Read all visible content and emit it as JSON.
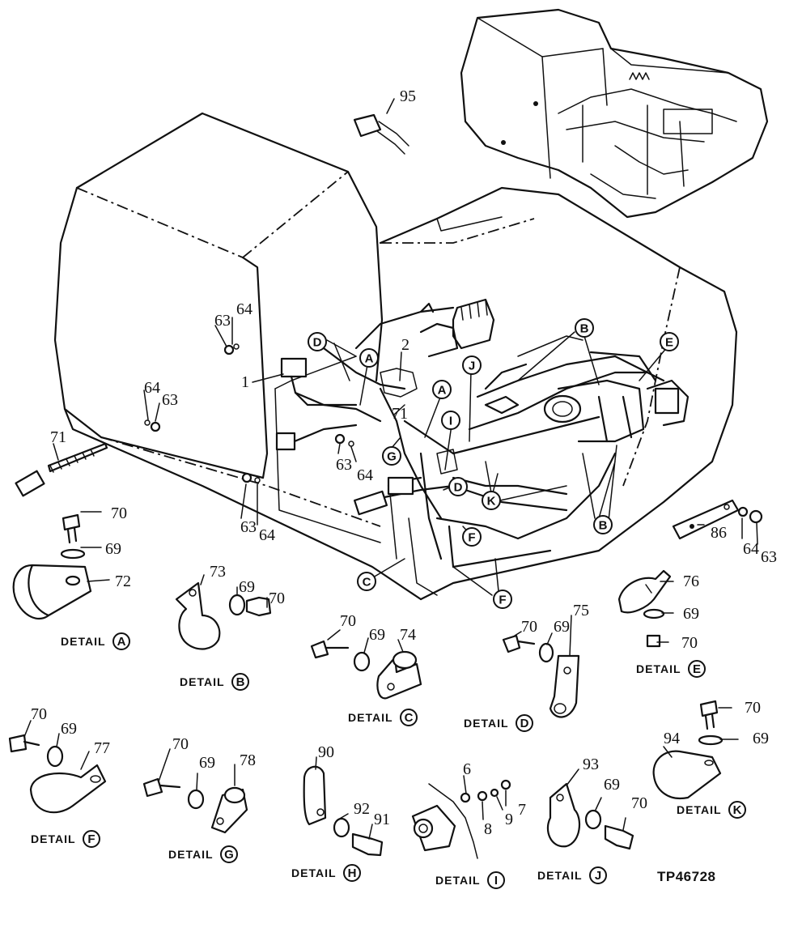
{
  "figure_id": "TP46728",
  "part_numbers": [
    "1",
    "2",
    "6",
    "7",
    "8",
    "9",
    "63",
    "64",
    "69",
    "70",
    "71",
    "72",
    "73",
    "74",
    "75",
    "76",
    "77",
    "78",
    "86",
    "90",
    "91",
    "92",
    "93",
    "94",
    "95"
  ],
  "callouts": [
    "A",
    "B",
    "C",
    "D",
    "E",
    "F",
    "G",
    "I",
    "J",
    "K"
  ],
  "detail_word": "DETAIL",
  "details": [
    {
      "letter": "A",
      "parts": [
        "70",
        "69",
        "72"
      ]
    },
    {
      "letter": "B",
      "parts": [
        "73",
        "69",
        "70"
      ]
    },
    {
      "letter": "C",
      "parts": [
        "70",
        "69",
        "74"
      ]
    },
    {
      "letter": "D",
      "parts": [
        "70",
        "69",
        "75"
      ]
    },
    {
      "letter": "E",
      "parts": [
        "76",
        "69",
        "70"
      ]
    },
    {
      "letter": "F",
      "parts": [
        "70",
        "69",
        "77"
      ]
    },
    {
      "letter": "G",
      "parts": [
        "70",
        "69",
        "78"
      ]
    },
    {
      "letter": "H",
      "parts": [
        "90",
        "92",
        "91"
      ]
    },
    {
      "letter": "I",
      "parts": [
        "6",
        "8",
        "9",
        "7"
      ]
    },
    {
      "letter": "J",
      "parts": [
        "93",
        "69",
        "70"
      ]
    },
    {
      "letter": "K",
      "parts": [
        "70",
        "69",
        "94"
      ]
    }
  ]
}
